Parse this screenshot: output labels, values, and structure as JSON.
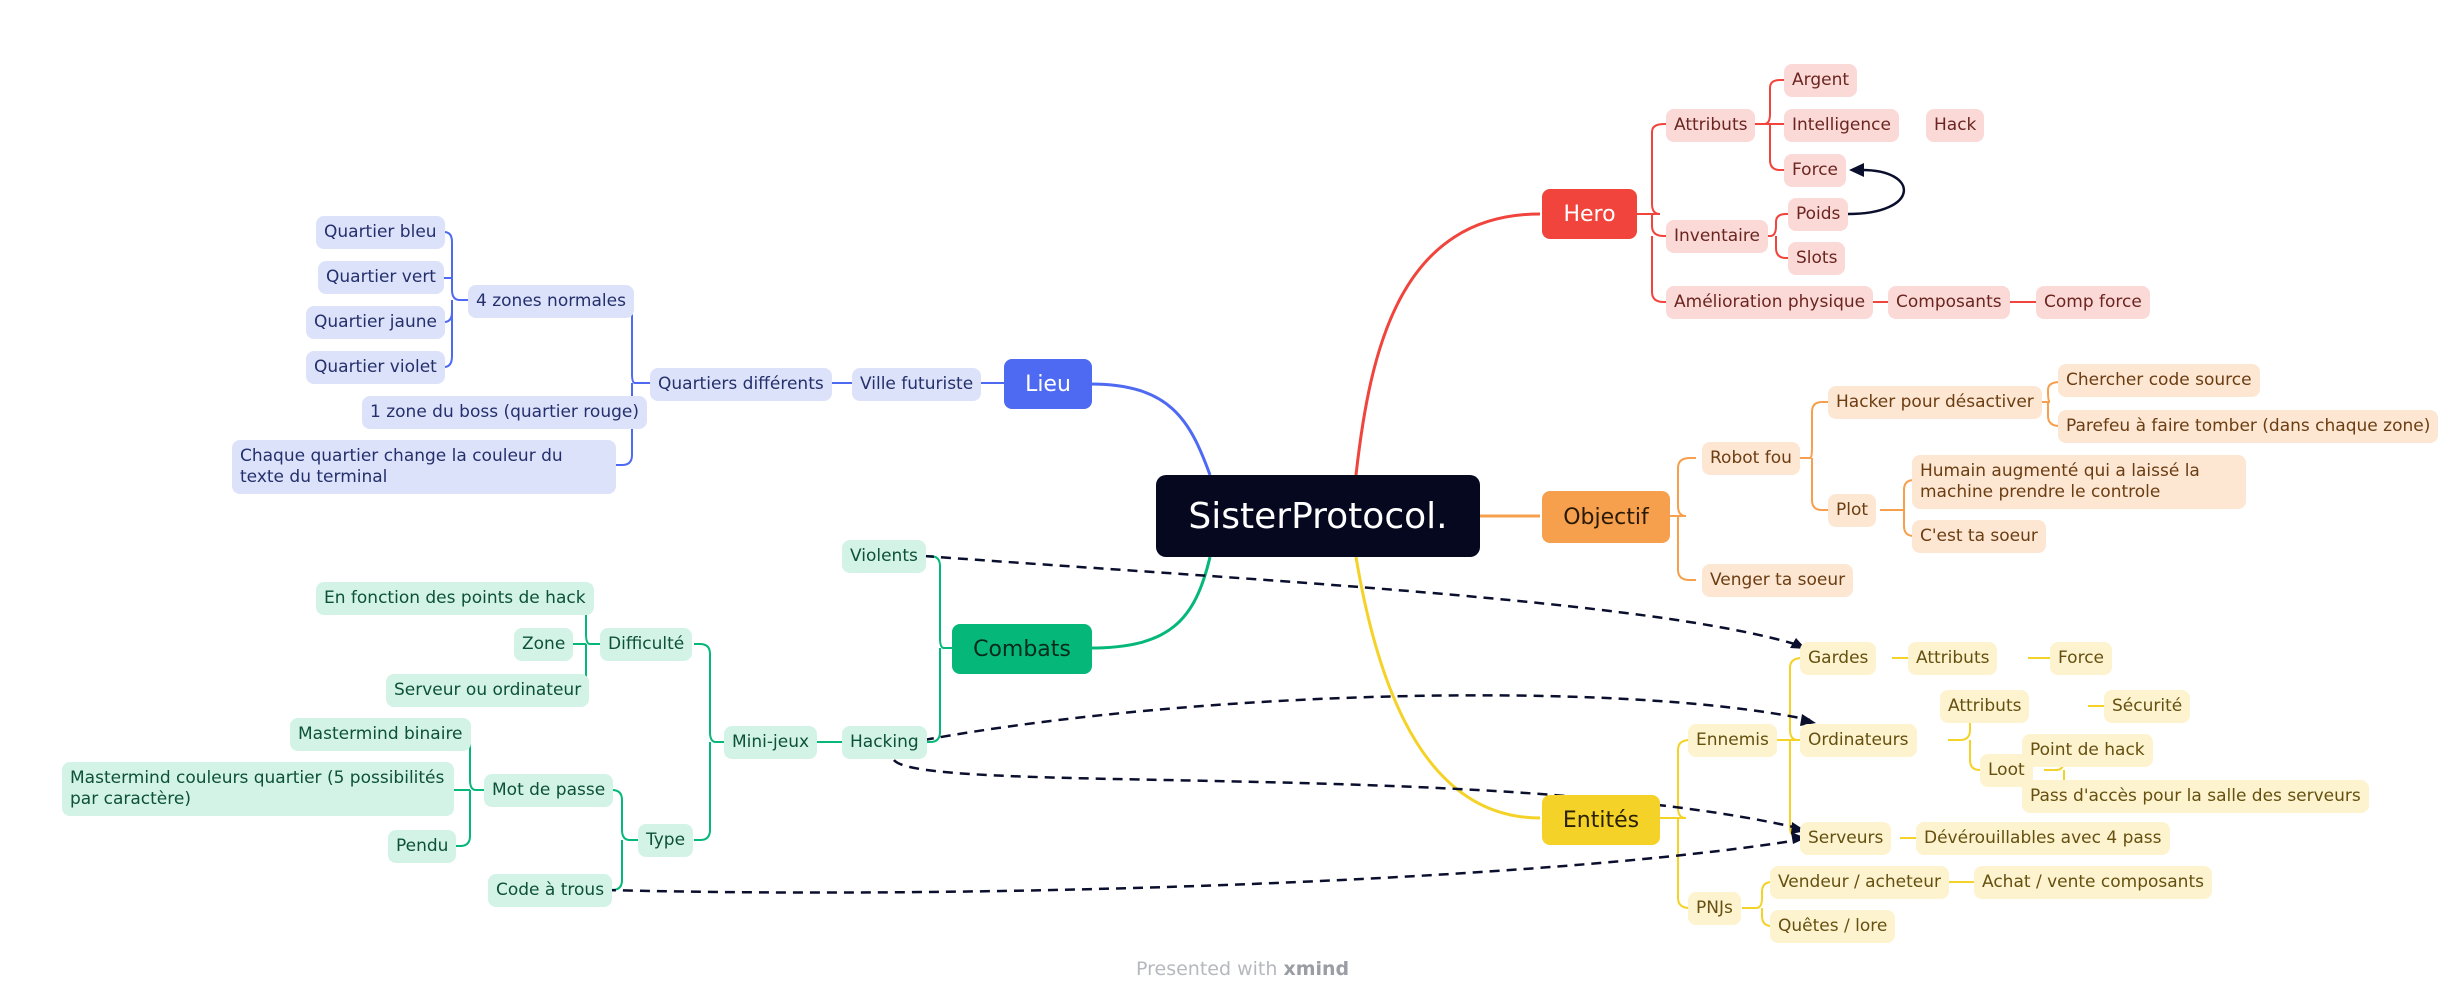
{
  "central": "SisterProtocol.",
  "footer": {
    "prefix": "Presented with",
    "brand": "xmind"
  },
  "colors": {
    "lieu": "#4e6af2",
    "hero": "#f0443c",
    "objectif": "#f6a04d",
    "entites": "#f4d228",
    "combats": "#05b87a",
    "central": "#05081f"
  },
  "lieu": {
    "title": "Lieu",
    "ville": "Ville futuriste",
    "quartiers": "Quartiers différents",
    "zones": "4 zones normales",
    "bleu": "Quartier bleu",
    "vert": "Quartier vert",
    "jaune": "Quartier jaune",
    "violet": "Quartier violet",
    "boss": "1 zone du boss (quartier rouge)",
    "texte": "Chaque quartier change la couleur du texte du terminal"
  },
  "combats": {
    "title": "Combats",
    "violents": "Violents",
    "hacking": "Hacking",
    "minijeux": "Mini-jeux",
    "difficulte": "Difficulté",
    "points": "En fonction des points de hack",
    "zone": "Zone",
    "serveur": "Serveur ou ordinateur",
    "type": "Type",
    "motdepasse": "Mot de passe",
    "binaire": "Mastermind binaire",
    "couleurs": "Mastermind couleurs quartier (5 possibilités par caractère)",
    "pendu": "Pendu",
    "trous": "Code à trous"
  },
  "hero": {
    "title": "Hero",
    "attributs": "Attributs",
    "argent": "Argent",
    "intelligence": "Intelligence",
    "hack": "Hack",
    "force": "Force",
    "inventaire": "Inventaire",
    "poids": "Poids",
    "slots": "Slots",
    "amelioration": "Amélioration physique",
    "composants": "Composants",
    "compforce": "Comp force"
  },
  "objectif": {
    "title": "Objectif",
    "robot": "Robot fou",
    "hacker": "Hacker pour désactiver",
    "chercher": "Chercher code source",
    "parefeu": "Parefeu à faire tomber (dans chaque zone)",
    "plot": "Plot",
    "humain": "Humain augmenté qui a laissé la machine prendre le controle",
    "soeur": "C'est ta soeur",
    "venger": "Venger ta soeur"
  },
  "entites": {
    "title": "Entités",
    "ennemis": "Ennemis",
    "gardes": "Gardes",
    "g_attributs": "Attributs",
    "g_force": "Force",
    "ordinateurs": "Ordinateurs",
    "o_attributs": "Attributs",
    "securite": "Sécurité",
    "loot": "Loot",
    "pointhack": "Point de hack",
    "pass": "Pass d'accès pour la salle des serveurs",
    "serveurs": "Serveurs",
    "deverouillables": "Dévérouillables avec 4 pass",
    "pnjs": "PNJs",
    "vendeur": "Vendeur / acheteur",
    "achat": "Achat / vente composants",
    "quetes": "Quêtes / lore"
  }
}
